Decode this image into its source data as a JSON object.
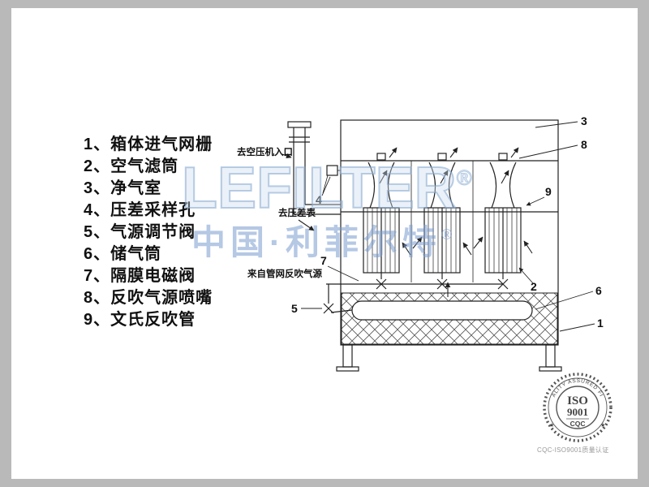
{
  "legend": {
    "items": [
      "1、箱体进气网栅",
      "2、空气滤筒",
      "3、净气室",
      "4、压差采样孔",
      "5、气源调节阀",
      "6、储气筒",
      "7、隔膜电磁阀",
      "8、反吹气源喷嘴",
      "9、文氏反吹管"
    ]
  },
  "diagram": {
    "labels": {
      "to_compressor": "去空压机入口",
      "to_pressure_gauge": "去压差表",
      "backblow_source": "来自管网反吹气源"
    },
    "callouts": {
      "c1": "1",
      "c2": "2",
      "c3": "3",
      "c4": "4",
      "c5": "5",
      "c6": "6",
      "c7": "7",
      "c8": "8",
      "c9": "9"
    }
  },
  "watermark": {
    "brand": "LEFILTER",
    "reg": "®",
    "subtitle": "中国·利菲尔特"
  },
  "seal": {
    "arc_text": "QUALITY ASSURED FIRM",
    "iso": "ISO",
    "num": "9001",
    "cqc": "CQC",
    "star": "★",
    "caption": "CQC-ISO9001质量认证"
  },
  "colors": {
    "watermark_blue": "#7d9fcc",
    "line": "#222222",
    "frame_gray": "#b9b9b9"
  }
}
